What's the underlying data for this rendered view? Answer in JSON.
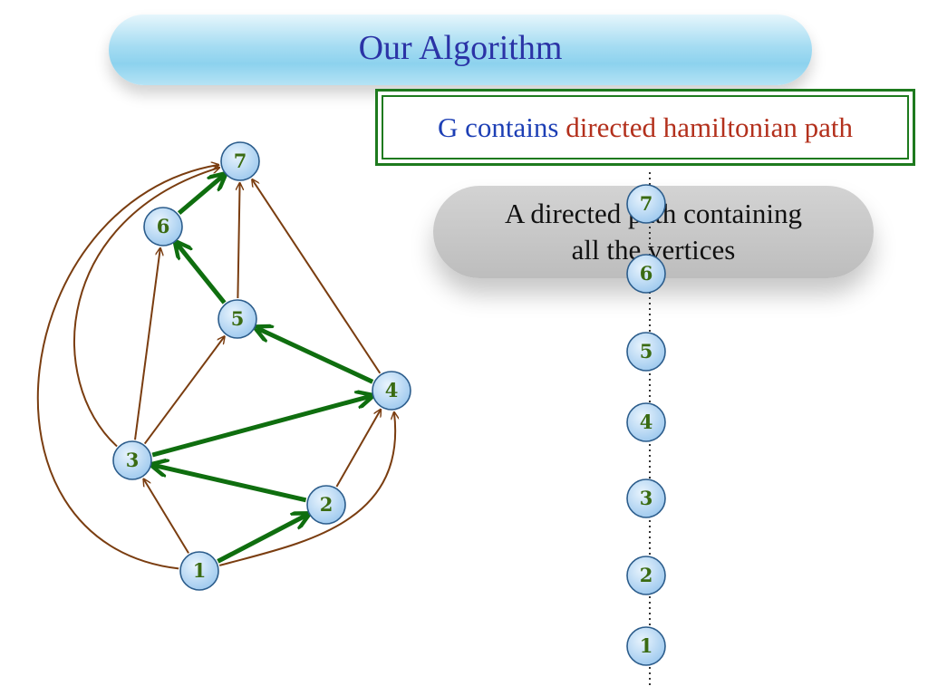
{
  "header": {
    "title": "Our Algorithm"
  },
  "statement": {
    "part1": "G contains",
    "part2": "directed hamiltonian path"
  },
  "definition": {
    "line1": "A directed path containing",
    "line2": "all the vertices"
  },
  "graph": {
    "vertices": [
      "1",
      "2",
      "3",
      "4",
      "5",
      "6",
      "7"
    ],
    "path_order": [
      "7",
      "6",
      "5",
      "4",
      "3",
      "2",
      "1"
    ],
    "edges": [
      {
        "from": "1",
        "to": "2",
        "highlight": true
      },
      {
        "from": "2",
        "to": "3",
        "highlight": true
      },
      {
        "from": "3",
        "to": "4",
        "highlight": true
      },
      {
        "from": "4",
        "to": "5",
        "highlight": true
      },
      {
        "from": "5",
        "to": "6",
        "highlight": true
      },
      {
        "from": "6",
        "to": "7",
        "highlight": true
      },
      {
        "from": "1",
        "to": "3",
        "highlight": false
      },
      {
        "from": "1",
        "to": "4",
        "highlight": false
      },
      {
        "from": "2",
        "to": "4",
        "highlight": false
      },
      {
        "from": "3",
        "to": "5",
        "highlight": false
      },
      {
        "from": "3",
        "to": "6",
        "highlight": false
      },
      {
        "from": "3",
        "to": "7",
        "highlight": false
      },
      {
        "from": "1",
        "to": "7",
        "highlight": false
      },
      {
        "from": "5",
        "to": "7",
        "highlight": false
      },
      {
        "from": "4",
        "to": "7",
        "highlight": false
      }
    ]
  },
  "colors": {
    "highlight_edge": "#0f6e0f",
    "normal_edge": "#7a3d10",
    "vertex_fill": "#b8daf5",
    "vertex_stroke": "#2c5d8c",
    "vertex_label": "#3a6b12"
  }
}
